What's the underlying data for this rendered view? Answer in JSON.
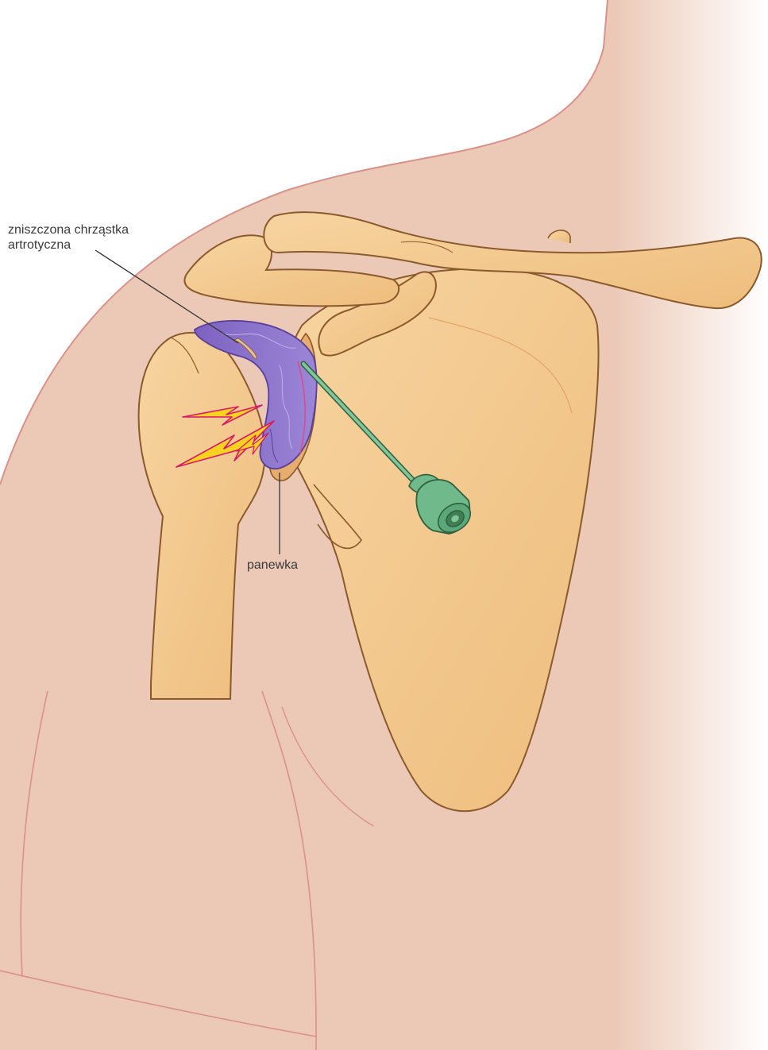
{
  "labels": {
    "cartilage_line1": "zniszczona chrząstka",
    "cartilage_line2": "artrotyczna",
    "glenoid": "panewka"
  },
  "colors": {
    "skin": "#ecc9b7",
    "skin_outline": "#d9918a",
    "bone": "#f3c98e",
    "bone_outline": "#8a5a2c",
    "cartilage": "#8a6bc7",
    "needle": "#6fb98a",
    "pain_bolt": "#f7d21e",
    "leader_line": "#333333"
  },
  "icons": [
    "lightning-bolt-icon",
    "injection-needle-icon"
  ]
}
